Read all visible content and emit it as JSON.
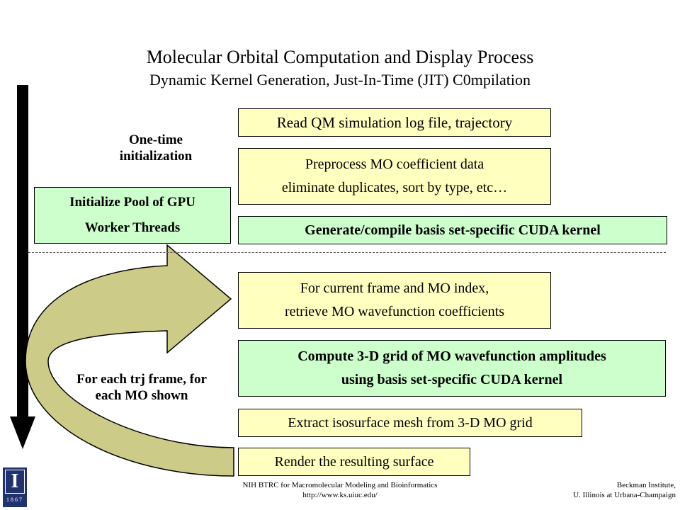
{
  "title": "Molecular Orbital Computation and Display Process",
  "subtitle": "Dynamic Kernel Generation, Just-In-Time (JIT) C0mpilation",
  "side_labels": {
    "init": [
      "One-time",
      "initialization"
    ],
    "loop": [
      "For each trj frame, for",
      "each MO shown"
    ]
  },
  "init_box": [
    "Initialize Pool of GPU",
    "Worker Threads"
  ],
  "steps": [
    {
      "lines": [
        "Read QM simulation log file, trajectory"
      ]
    },
    {
      "lines": [
        "Preprocess MO coefficient data",
        "eliminate duplicates, sort by type, etc…"
      ]
    },
    {
      "lines": [
        "Generate/compile basis set-specific CUDA kernel"
      ]
    },
    {
      "lines": [
        "For current frame and MO index,",
        "retrieve MO wavefunction coefficients"
      ]
    },
    {
      "lines": [
        "Compute 3-D grid of MO wavefunction amplitudes",
        "using basis set-specific CUDA kernel"
      ]
    },
    {
      "lines": [
        "Extract isosurface mesh from 3-D MO grid"
      ]
    },
    {
      "lines": [
        "Render the resulting surface"
      ]
    }
  ],
  "footer": {
    "center": [
      "NIH BTRC for Macromolecular Modeling and Bioinformatics",
      "http://www.ks.uiuc.edu/"
    ],
    "right": [
      "Beckman Institute,",
      "U. Illinois at Urbana-Champaign"
    ],
    "seal_letter": "I",
    "seal_year": "1867"
  },
  "colors": {
    "step_fill": "#ffffc0",
    "init_fill": "#ccffcc",
    "arrow_fill": "#cccc88",
    "arrow_shaft": "#000000",
    "seal": "#21336f"
  },
  "icons": [
    "down-arrow-icon",
    "loop-arrow-icon",
    "university-seal-icon"
  ]
}
